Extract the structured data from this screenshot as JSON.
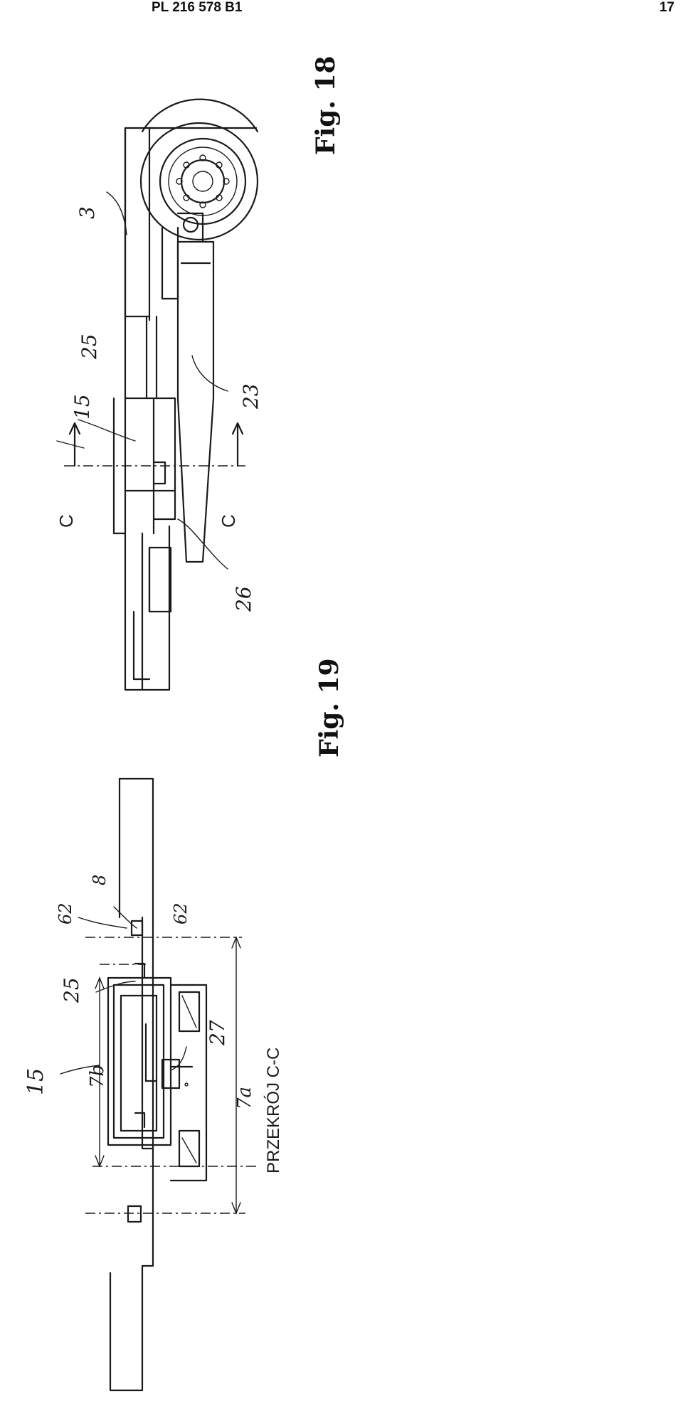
{
  "header": {
    "doc_id": "PL 216 578 B1",
    "page_number": "17"
  },
  "fig18": {
    "caption": "Fig. 18",
    "refs": {
      "r15": "15",
      "r25": "25",
      "r3": "3",
      "r23": "23",
      "r26": "26",
      "cut_left": "C",
      "cut_right": "C"
    }
  },
  "fig19": {
    "caption": "Fig. 19",
    "section_label": "PRZEKRÓJ C-C",
    "refs": {
      "r15": "15",
      "r25": "25",
      "r76": "7b",
      "r62a": "62",
      "r8": "8",
      "r62b": "62",
      "r27": "27",
      "r7a": "7a"
    }
  }
}
